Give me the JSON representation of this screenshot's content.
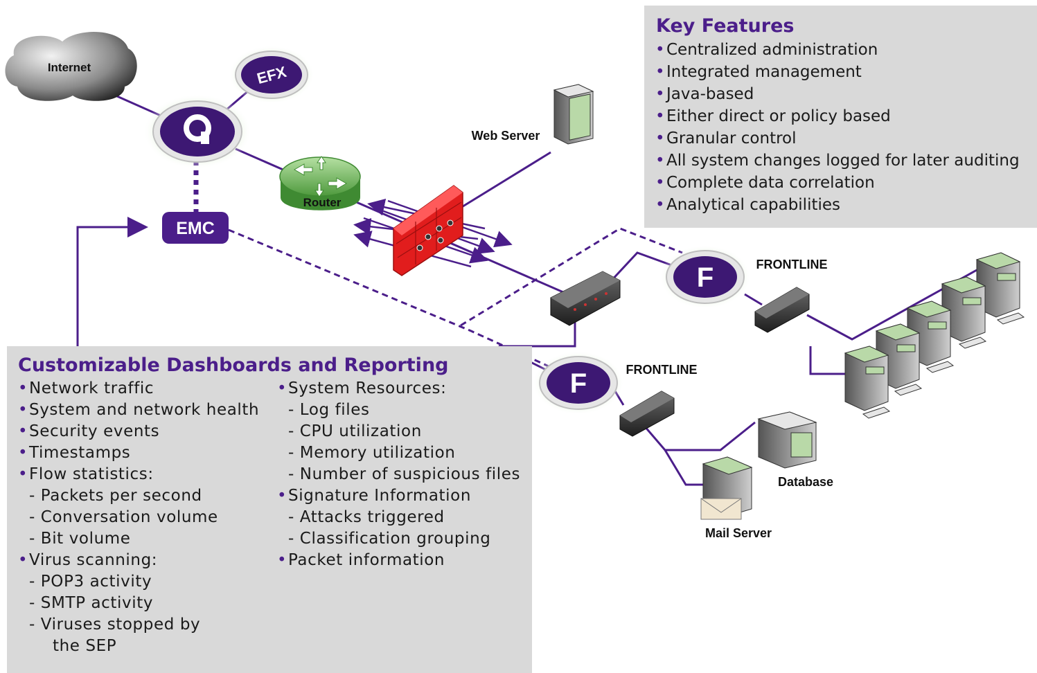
{
  "nodes": {
    "internet": "Internet",
    "efx": "EFX",
    "emc": "EMC",
    "router": "Router",
    "web_server": "Web Server",
    "frontline_1": "FRONTLINE",
    "frontline_2": "FRONTLINE",
    "frontline_badge": "F",
    "database": "Database",
    "mail_server": "Mail Server"
  },
  "key_features": {
    "title": "Key Features",
    "items": [
      "Centralized administration",
      "Integrated management",
      "Java-based",
      "Either direct or policy based",
      "Granular control",
      "All system changes logged for later auditing",
      "Complete data correlation",
      "Analytical capabilities"
    ]
  },
  "dashboards": {
    "title": "Customizable Dashboards and Reporting",
    "col1": [
      "Network traffic",
      "System and network health",
      "Security events",
      "Timestamps",
      "Flow statistics:",
      "- Packets per second",
      "- Conversation volume",
      "- Bit volume",
      "Virus scanning:",
      "- POP3 activity",
      "- SMTP activity",
      "- Viruses stopped by",
      "the SEP"
    ],
    "col2": [
      "System Resources:",
      "- Log files",
      "- CPU utilization",
      "- Memory utilization",
      "- Number of suspicious files",
      "Signature Information",
      "- Attacks triggered",
      "- Classification grouping",
      "Packet information"
    ]
  },
  "colors": {
    "purple": "#4b1e8a",
    "panel": "#d9d9d9",
    "firewall": "#e11d1d",
    "router": "#7fbf6a",
    "server_accent": "#b9d9a8"
  }
}
